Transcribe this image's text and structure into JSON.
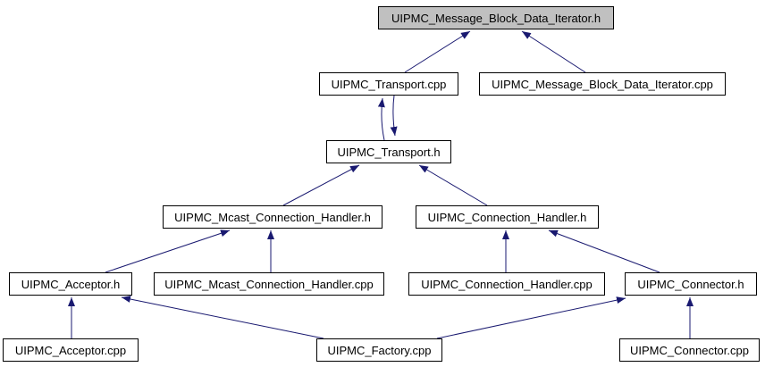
{
  "colors": {
    "edge-color": "#191970",
    "node-border": "#000000",
    "node-fill": "#ffffff",
    "highlighted-node-fill": "#c0c0c0",
    "text-color": "#000000",
    "background": "#ffffff"
  },
  "nodes": [
    {
      "id": "mbdi_h",
      "label": "UIPMC_Message_Block_Data_Iterator.h",
      "highlighted": true
    },
    {
      "id": "transport_cpp",
      "label": "UIPMC_Transport.cpp",
      "highlighted": false
    },
    {
      "id": "mbdi_cpp",
      "label": "UIPMC_Message_Block_Data_Iterator.cpp",
      "highlighted": false
    },
    {
      "id": "transport_h",
      "label": "UIPMC_Transport.h",
      "highlighted": false
    },
    {
      "id": "mcast_ch_h",
      "label": "UIPMC_Mcast_Connection_Handler.h",
      "highlighted": false
    },
    {
      "id": "ch_h",
      "label": "UIPMC_Connection_Handler.h",
      "highlighted": false
    },
    {
      "id": "acceptor_h",
      "label": "UIPMC_Acceptor.h",
      "highlighted": false
    },
    {
      "id": "mcast_ch_cpp",
      "label": "UIPMC_Mcast_Connection_Handler.cpp",
      "highlighted": false
    },
    {
      "id": "ch_cpp",
      "label": "UIPMC_Connection_Handler.cpp",
      "highlighted": false
    },
    {
      "id": "connector_h",
      "label": "UIPMC_Connector.h",
      "highlighted": false
    },
    {
      "id": "acceptor_cpp",
      "label": "UIPMC_Acceptor.cpp",
      "highlighted": false
    },
    {
      "id": "factory_cpp",
      "label": "UIPMC_Factory.cpp",
      "highlighted": false
    },
    {
      "id": "connector_cpp",
      "label": "UIPMC_Connector.cpp",
      "highlighted": false
    }
  ],
  "edges": [
    {
      "from": "transport_cpp",
      "to": "mbdi_h"
    },
    {
      "from": "mbdi_cpp",
      "to": "mbdi_h"
    },
    {
      "from": "transport_h",
      "to": "transport_cpp"
    },
    {
      "from": "transport_cpp",
      "to": "transport_h"
    },
    {
      "from": "mcast_ch_h",
      "to": "transport_h"
    },
    {
      "from": "ch_h",
      "to": "transport_h"
    },
    {
      "from": "acceptor_h",
      "to": "mcast_ch_h"
    },
    {
      "from": "mcast_ch_cpp",
      "to": "mcast_ch_h"
    },
    {
      "from": "ch_cpp",
      "to": "ch_h"
    },
    {
      "from": "connector_h",
      "to": "ch_h"
    },
    {
      "from": "acceptor_cpp",
      "to": "acceptor_h"
    },
    {
      "from": "factory_cpp",
      "to": "acceptor_h"
    },
    {
      "from": "factory_cpp",
      "to": "connector_h"
    },
    {
      "from": "connector_cpp",
      "to": "connector_h"
    }
  ]
}
